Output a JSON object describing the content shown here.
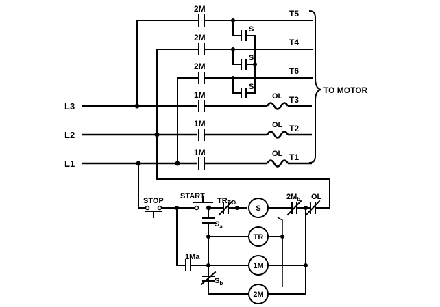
{
  "lines": {
    "l3": "L3",
    "l2": "L2",
    "l1": "L1"
  },
  "power_contacts": {
    "t5": "2M",
    "t4": "2M",
    "t6": "2M",
    "t3": "1M",
    "t2": "1M",
    "t1": "1M"
  },
  "starting_contacts": {
    "s1": "S",
    "s2": "S",
    "s3": "S"
  },
  "overloads": {
    "ol3": "OL",
    "ol2": "OL",
    "ol1": "OL"
  },
  "terminals": {
    "t5": "T5",
    "t4": "T4",
    "t6": "T6",
    "t3": "T3",
    "t2": "T2",
    "t1": "T1"
  },
  "motor_label": "TO MOTOR",
  "control": {
    "stop": "STOP",
    "start": "START",
    "tr_contact": "TR",
    "tr_contact_sub": "T.O.",
    "contact_2mb": "2M",
    "contact_2mb_sub": "b",
    "ol": "OL",
    "sa": "S",
    "sa_sub": "a",
    "sb": "S",
    "sb_sub": "b",
    "contact_1ma": "1Ma"
  },
  "coils": {
    "s": "S",
    "tr": "TR",
    "m1": "1M",
    "m2": "2M"
  }
}
